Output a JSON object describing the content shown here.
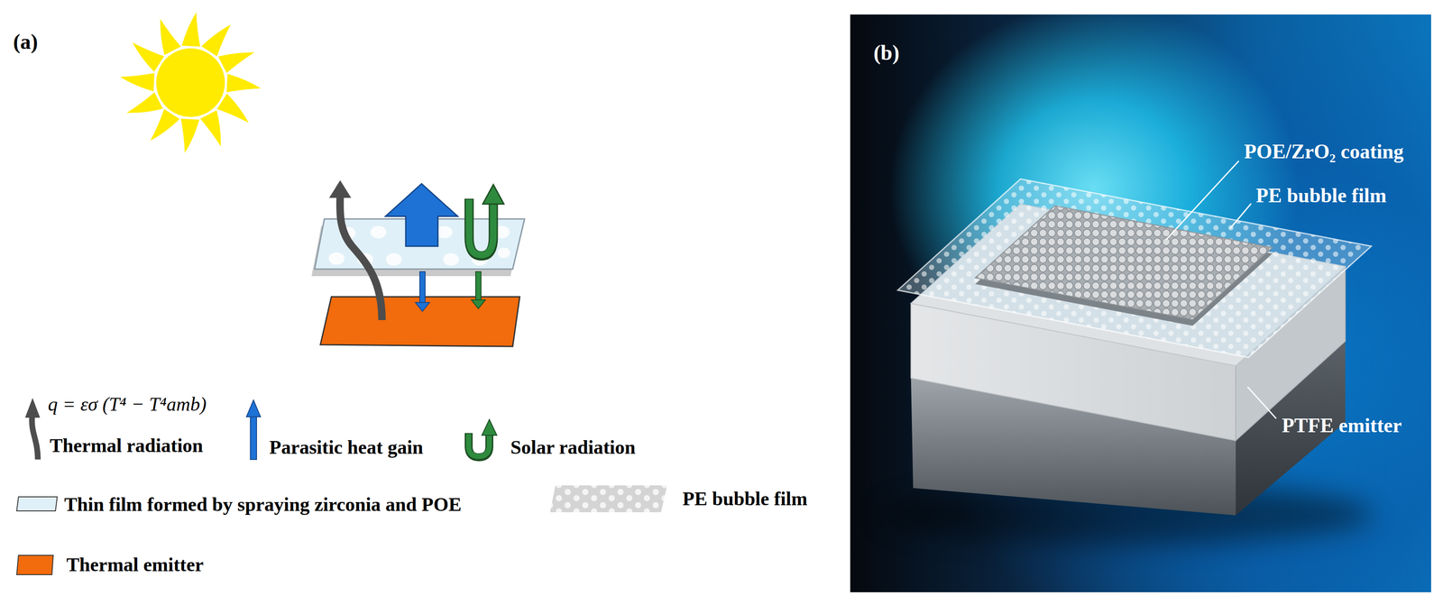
{
  "diagram": {
    "labels": [
      "(a)",
      "q = εσ (T⁴ − T⁴amb)",
      "(b)",
      "POE/ZrO₂ coating",
      "PE bubble film",
      "PTFE emitter"
    ],
    "legend": [
      {
        "text": "Thermal radiation"
      },
      {
        "text": "Parasitic heat gain"
      },
      {
        "text": "Solar radiation"
      },
      {
        "text": "Thin film formed by spraying zirconia and POE",
        "color": "#e0f0f8"
      },
      {
        "text": "PE bubble film"
      },
      {
        "text": "Thermal emitter",
        "color": "#f26b0c"
      }
    ]
  }
}
